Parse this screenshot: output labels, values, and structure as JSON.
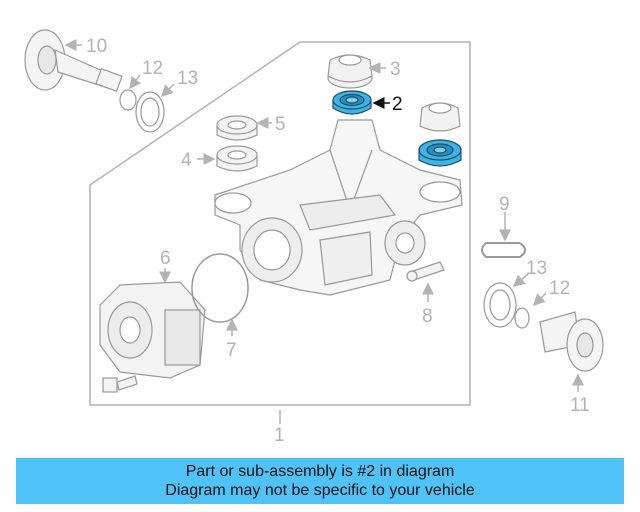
{
  "diagram": {
    "callouts": {
      "c1": "1",
      "c2": "2",
      "c3": "3",
      "c4": "4",
      "c5": "5",
      "c6": "6",
      "c7": "7",
      "c8": "8",
      "c9": "9",
      "c10": "10",
      "c11": "11",
      "c12a": "12",
      "c12b": "12",
      "c13a": "13",
      "c13b": "13"
    },
    "highlighted_part": "2",
    "colors": {
      "highlight": "#3fb2e6",
      "line": "#b3b3b3",
      "banner": "#4fc3f7"
    }
  },
  "banner": {
    "line1": "Part or sub-assembly is #2 in diagram",
    "line2": "Diagram may not be specific to your vehicle"
  }
}
